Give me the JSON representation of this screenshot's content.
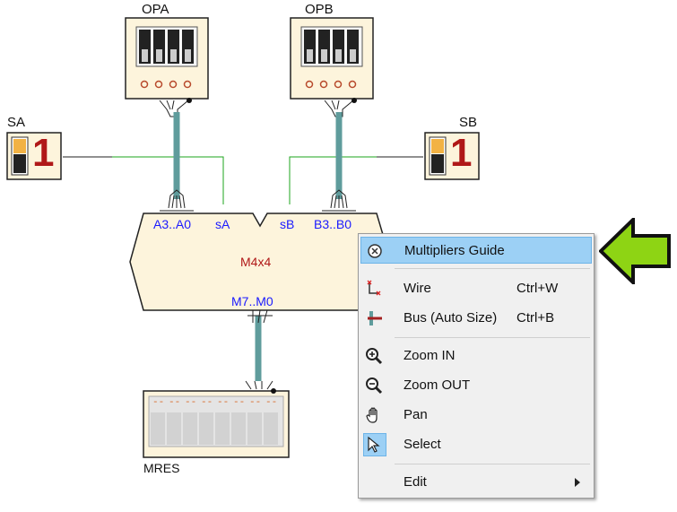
{
  "window": {
    "title": ""
  },
  "circuit": {
    "opa_label": "OPA",
    "opb_label": "OPB",
    "sa_label": "SA",
    "sb_label": "SB",
    "sa_value": "1",
    "sb_value": "1",
    "mult_name": "M4x4",
    "pin_a": "A3..A0",
    "pin_sa": "sA",
    "pin_sb": "sB",
    "pin_b": "B3..B0",
    "pin_m": "M7..M0",
    "mres_label": "MRES",
    "mres_digits": [
      "--",
      "--",
      "--",
      "--",
      "--",
      "--",
      "--",
      "--"
    ]
  },
  "menu": {
    "items": [
      {
        "label": "Multipliers Guide",
        "icon": "multiplier-guide-icon",
        "shortcut": ""
      },
      {
        "label": "Wire",
        "icon": "wire-icon",
        "shortcut": "Ctrl+W"
      },
      {
        "label": "Bus (Auto Size)",
        "icon": "bus-icon",
        "shortcut": "Ctrl+B"
      },
      {
        "label": "Zoom IN",
        "icon": "zoom-in-icon",
        "shortcut": ""
      },
      {
        "label": "Zoom OUT",
        "icon": "zoom-out-icon",
        "shortcut": ""
      },
      {
        "label": "Pan",
        "icon": "hand-icon",
        "shortcut": ""
      },
      {
        "label": "Select",
        "icon": "pointer-icon",
        "shortcut": ""
      },
      {
        "label": "Edit",
        "icon": "",
        "shortcut": ""
      }
    ]
  },
  "colors": {
    "highlight": "#9cd0f5",
    "bus": "#5f9c9c",
    "wire_green": "#1ea51e",
    "arrow": "#8ed414",
    "pin_blue": "#1a1aff",
    "name_red": "#b01818"
  }
}
